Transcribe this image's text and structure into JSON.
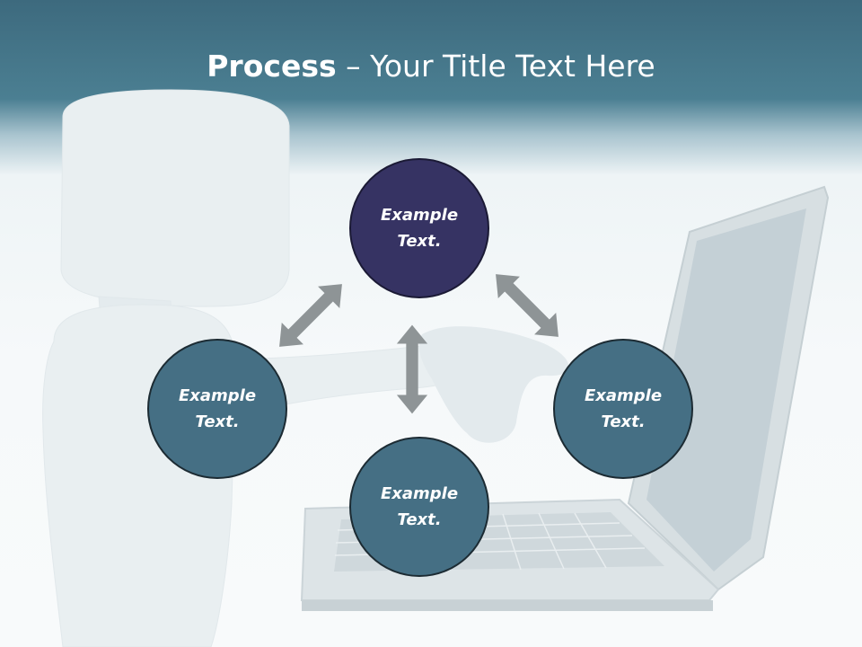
{
  "title": {
    "bold": "Process",
    "rest": " – Your Title Text Here"
  },
  "circles": {
    "top": "Example Text.",
    "left": "Example Text.",
    "right": "Example Text.",
    "bottom": "Example Text."
  },
  "colors": {
    "header": "#3d6a7e",
    "circle_accent": "#363363",
    "circle_main": "#456f84",
    "arrow": "#8e9496"
  },
  "icons": [
    "double-arrow-icon",
    "figure-illustration",
    "laptop-illustration"
  ]
}
